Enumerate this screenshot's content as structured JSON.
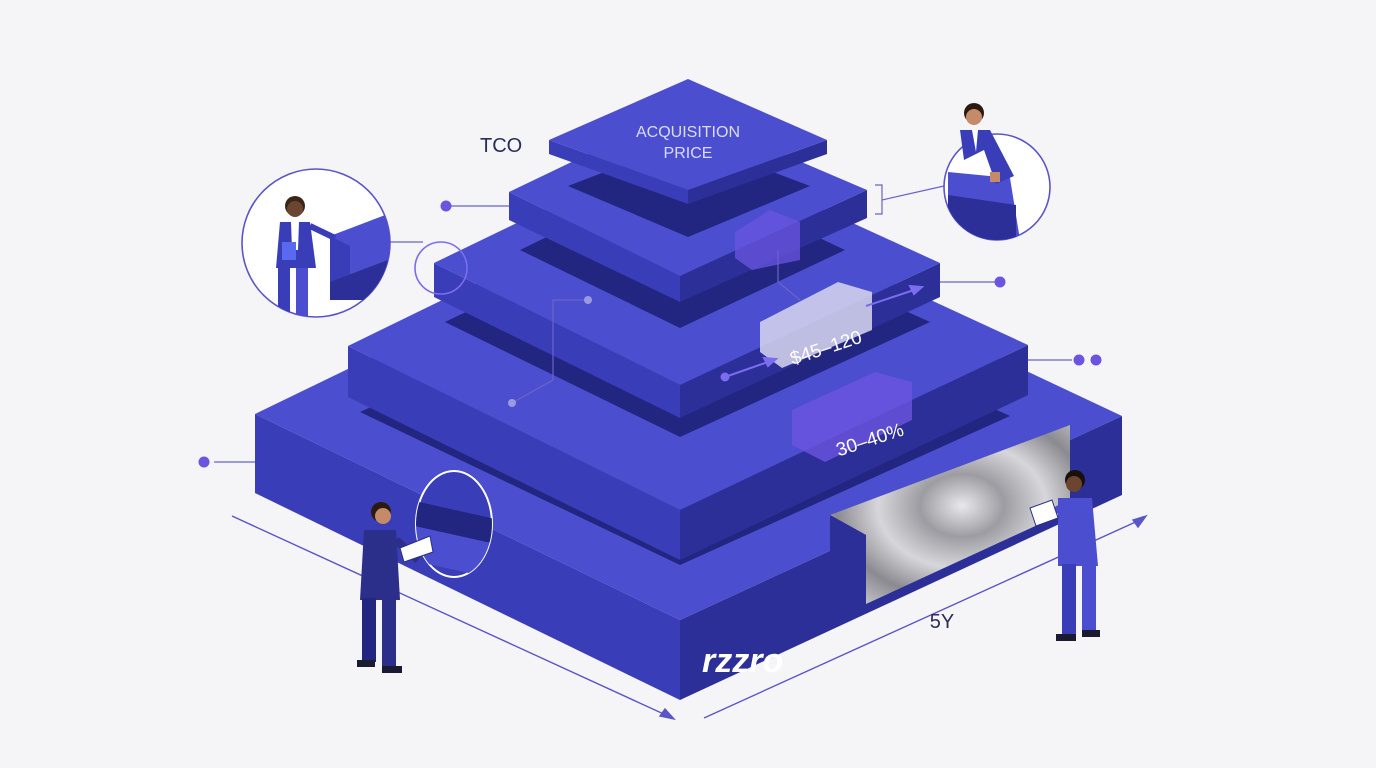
{
  "labels": {
    "tco": "TCO",
    "top_line1": "ACQUISITION",
    "top_line2": "PRICE",
    "price_range": "$45–120",
    "percent": "30–40%",
    "duration": "5Y",
    "brand": "rzzro"
  },
  "colors": {
    "background": "#f5f5f7",
    "top_face": "#4a4ecf",
    "front_face": "#3a3db8",
    "side_face": "#2c2f98",
    "hole": "#222680",
    "accent": "#6b55e0",
    "ink": "#2a2d55"
  },
  "icons": [
    "dot-marker",
    "arrow-right",
    "magnifier-circle",
    "person-figure",
    "brushed-metal-panel"
  ]
}
